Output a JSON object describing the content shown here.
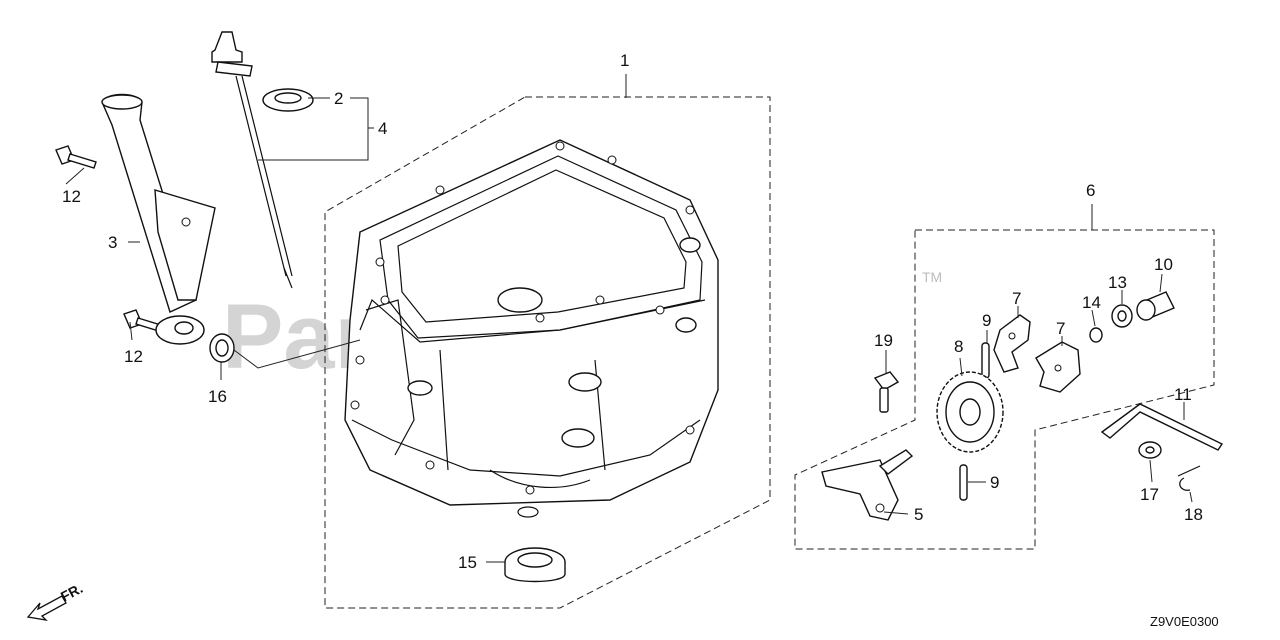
{
  "watermark": {
    "brand": "PartsTree",
    "trademark": "TM"
  },
  "diagram_code": "Z9V0E0300",
  "direction_label": "FR.",
  "callouts": [
    "1",
    "2",
    "3",
    "4",
    "5",
    "6",
    "7",
    "7",
    "8",
    "9",
    "9",
    "10",
    "11",
    "12",
    "12",
    "13",
    "14",
    "15",
    "16",
    "17",
    "18",
    "19"
  ]
}
